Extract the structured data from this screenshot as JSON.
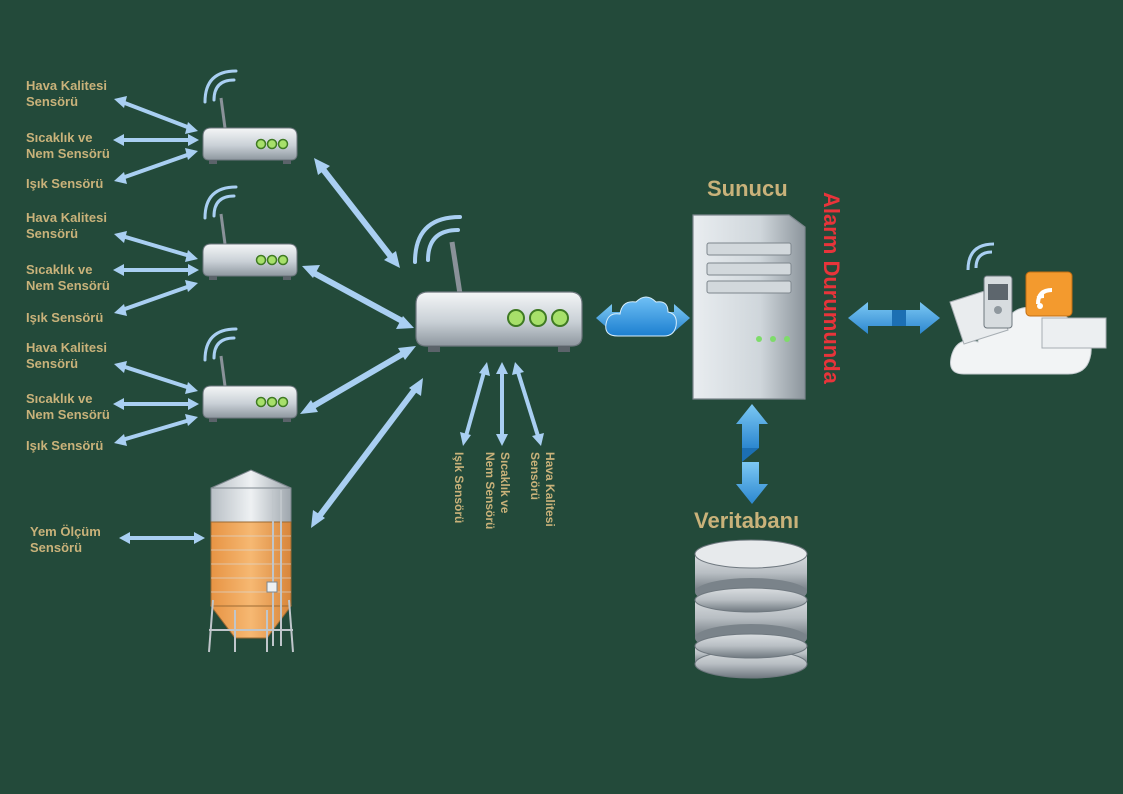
{
  "diagram": {
    "sensor_groups": [
      {
        "air": "Hava Kalitesi\nSensörü",
        "temp": "Sıcaklık ve\nNem Sensörü",
        "light": "Işık Sensörü"
      },
      {
        "air": "Hava Kalitesi\nSensörü",
        "temp": "Sıcaklık ve\nNem Sensörü",
        "light": "Işık Sensörü"
      },
      {
        "air": "Hava Kalitesi\nSensörü",
        "temp": "Sıcaklık ve\nNem Sensörü",
        "light": "Işık Sensörü"
      }
    ],
    "feed_sensor": "Yem Ölçüm\nSensörü",
    "main_router_sensors": {
      "light": "Işık Sensörü",
      "temp": "Sıcaklık ve\nNem Sensörü",
      "air": "Hava Kalitesi\nSensörü"
    },
    "server_label": "Sunucu",
    "alarm_label": "Alarm Durumunda",
    "database_label": "Veritabanı",
    "colors": {
      "background": "#234a3a",
      "label": "#c9b27a",
      "alarm": "#e8343a",
      "arrow": "#a9cff2",
      "silo_fill": "#f0a85a"
    },
    "icons": [
      "router-icon",
      "wifi-waves-icon",
      "cloud-icon",
      "server-icon",
      "database-icon",
      "silo-icon",
      "mobile-cloud-icon"
    ]
  }
}
